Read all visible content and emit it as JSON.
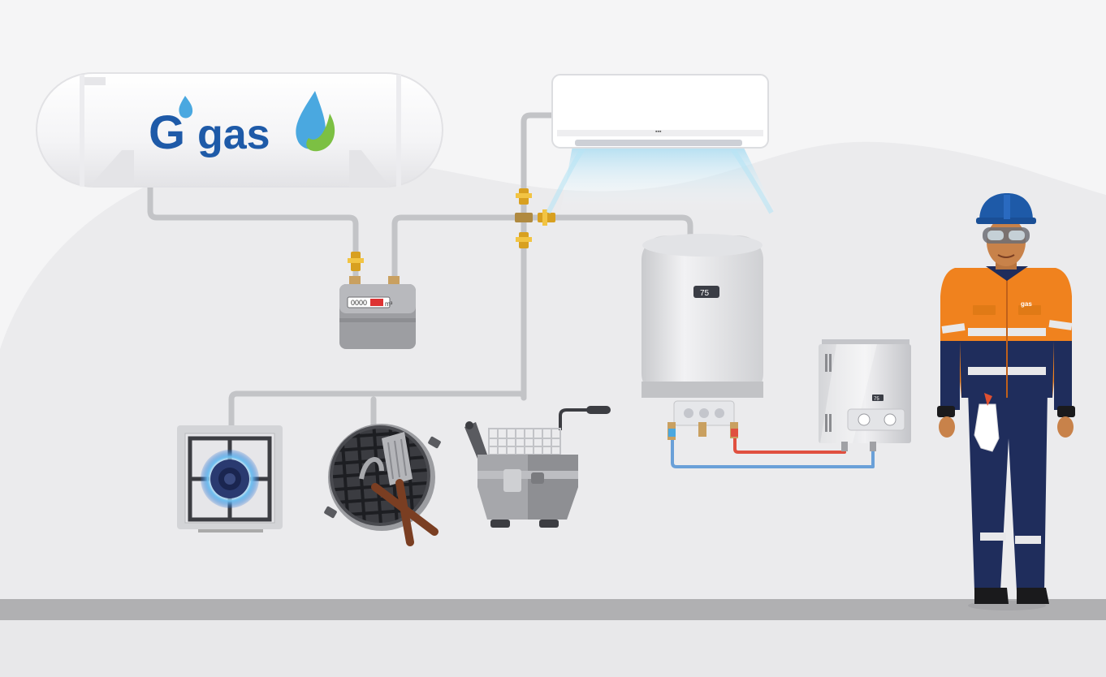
{
  "tank": {
    "brand_mark": "G",
    "brand_name": "gas"
  },
  "meter": {
    "reading": "0000",
    "unit": "m³"
  },
  "boiler": {
    "display": "75"
  },
  "instant_heater": {
    "display": "75"
  },
  "technician": {
    "badge_text": "gas"
  },
  "colors": {
    "brand_blue": "#1e5aa8",
    "brand_green": "#7cc043",
    "flame_blue": "#4aa8e0",
    "uniform_orange": "#f0821e",
    "uniform_navy": "#1f2d5c",
    "hot_pipe": "#e05040",
    "cold_pipe": "#6aa0d8"
  },
  "icons": [
    "gas-tank-icon",
    "gas-meter-icon",
    "air-conditioner-icon",
    "water-boiler-icon",
    "water-heater-icon",
    "gas-stove-icon",
    "grill-icon",
    "deep-fryer-icon",
    "technician-icon",
    "valve-icon"
  ]
}
